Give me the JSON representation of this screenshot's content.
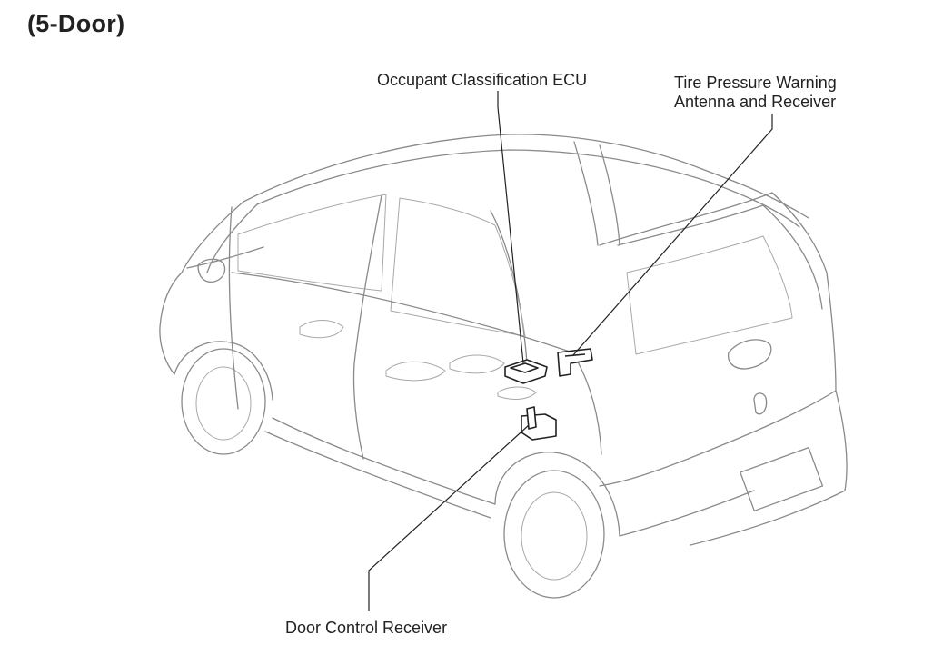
{
  "title": "(5-Door)",
  "labels": {
    "occupant_ecu": "Occupant Classification ECU",
    "tire_pressure_line1": "Tire Pressure Warning",
    "tire_pressure_line2": "Antenna and Receiver",
    "door_control": "Door Control Receiver"
  },
  "colors": {
    "outline": "#8a8a8a",
    "component": "#222222",
    "background": "#ffffff"
  }
}
